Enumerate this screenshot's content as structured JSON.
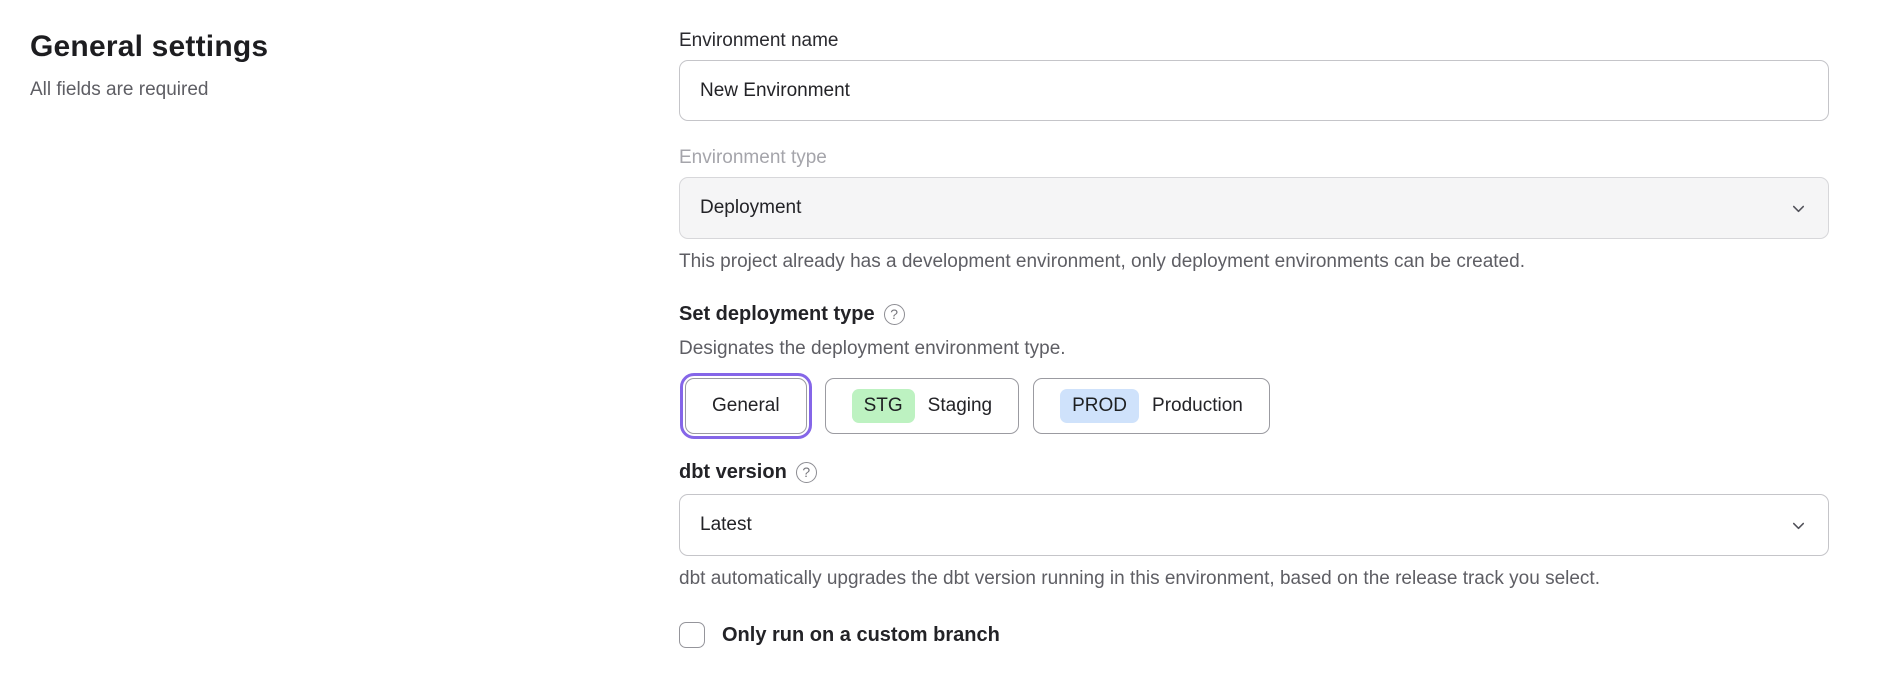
{
  "page": {
    "title": "General settings",
    "subtitle": "All fields are required"
  },
  "form": {
    "environment_name": {
      "label": "Environment name",
      "value": "New Environment"
    },
    "environment_type": {
      "label": "Environment type",
      "value": "Deployment",
      "helper": "This project already has a development environment, only deployment environments can be created."
    },
    "deployment_type": {
      "label": "Set deployment type",
      "help_icon": "?",
      "helper": "Designates the deployment environment type.",
      "options": [
        {
          "label": "General",
          "selected": true
        },
        {
          "badge": "STG",
          "label": "Staging",
          "badge_color": "#bdf2c1",
          "selected": false
        },
        {
          "badge": "PROD",
          "label": "Production",
          "badge_color": "#cfe2fb",
          "selected": false
        }
      ]
    },
    "dbt_version": {
      "label": "dbt version",
      "help_icon": "?",
      "value": "Latest",
      "helper": "dbt automatically upgrades the dbt version running in this environment, based on the release track you select."
    },
    "custom_branch": {
      "label": "Only run on a custom branch",
      "checked": false
    }
  },
  "colors": {
    "accent_purple": "#8566e8",
    "staging_badge_green": "#bdf2c1",
    "production_badge_blue": "#cfe2fb",
    "disabled_field_bg": "#f5f5f6",
    "helper_text_gray": "#5e5e64"
  }
}
